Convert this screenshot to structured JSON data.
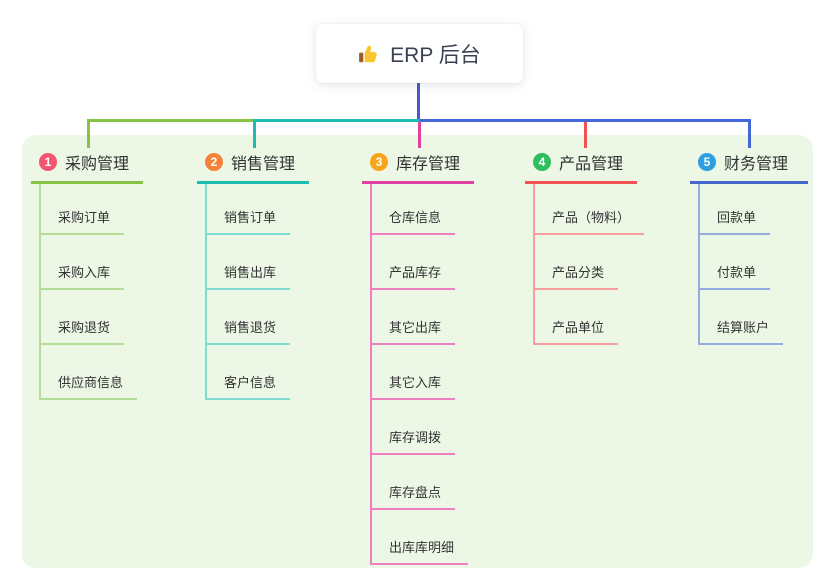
{
  "root": {
    "label": "ERP 后台",
    "icon": "thumbs-up-icon"
  },
  "branches": [
    {
      "num": "1",
      "title": "采购管理",
      "children": [
        "采购订单",
        "采购入库",
        "采购退货",
        "供应商信息"
      ],
      "colors": {
        "badge": "#f3556e",
        "line": "#86c344",
        "child_line": "#b6dd96"
      }
    },
    {
      "num": "2",
      "title": "销售管理",
      "children": [
        "销售订单",
        "销售出库",
        "销售退货",
        "客户信息"
      ],
      "colors": {
        "badge": "#f58238",
        "line": "#1cbcae",
        "child_line": "#7eddd2"
      }
    },
    {
      "num": "3",
      "title": "库存管理",
      "children": [
        "仓库信息",
        "产品库存",
        "其它出库",
        "其它入库",
        "库存调拨",
        "库存盘点",
        "出库库明细"
      ],
      "colors": {
        "badge": "#f9a51b",
        "line": "#e0409f",
        "child_line": "#f07fc0"
      }
    },
    {
      "num": "4",
      "title": "产品管理",
      "children": [
        "产品（物料）",
        "产品分类",
        "产品单位"
      ],
      "colors": {
        "badge": "#2fbe5d",
        "line": "#f05351",
        "child_line": "#f69f9e"
      }
    },
    {
      "num": "5",
      "title": "财务管理",
      "children": [
        "回款单",
        "付款单",
        "结算账户"
      ],
      "colors": {
        "badge": "#2b9fe2",
        "line": "#4467c9",
        "child_line": "#93abdf"
      }
    }
  ],
  "connectors": {
    "root_edge": "#4d58d0",
    "bus_left": "#86c344",
    "bus_mid": "#1cbcae",
    "bus_right": "#4467d8"
  },
  "panel_background": "#ecf7e6"
}
